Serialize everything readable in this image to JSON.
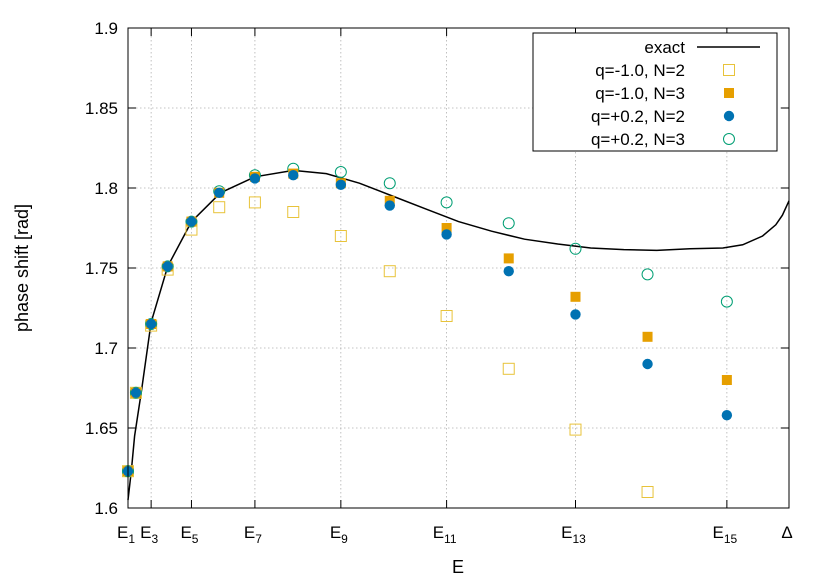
{
  "chart_data": {
    "type": "scatter",
    "xlabel": "E",
    "ylabel": "phase shift [rad]",
    "xlim": [
      0,
      1
    ],
    "ylim": [
      1.6,
      1.9
    ],
    "y_ticks": [
      1.6,
      1.65,
      1.7,
      1.75,
      1.8,
      1.85,
      1.9
    ],
    "y_tick_labels": [
      "1.6",
      "1.65",
      "1.7",
      "1.75",
      "1.8",
      "1.85",
      "1.9"
    ],
    "x_ticks": [
      {
        "x": 0.0,
        "label": "E",
        "sub": "1"
      },
      {
        "x": 0.035,
        "label": "E",
        "sub": "3"
      },
      {
        "x": 0.096,
        "label": "E",
        "sub": "5"
      },
      {
        "x": 0.192,
        "label": "E",
        "sub": "7"
      },
      {
        "x": 0.322,
        "label": "E",
        "sub": "9"
      },
      {
        "x": 0.482,
        "label": "E",
        "sub": "11"
      },
      {
        "x": 0.677,
        "label": "E",
        "sub": "13"
      },
      {
        "x": 0.906,
        "label": "E",
        "sub": "15"
      },
      {
        "x": 1.0,
        "label": "Δ",
        "sub": ""
      }
    ],
    "grid": true,
    "legend_position": "top-right",
    "exact": {
      "name": "exact",
      "x": [
        0.0,
        0.005,
        0.01,
        0.02,
        0.035,
        0.06,
        0.096,
        0.14,
        0.192,
        0.25,
        0.3,
        0.35,
        0.4,
        0.45,
        0.5,
        0.55,
        0.6,
        0.65,
        0.7,
        0.75,
        0.8,
        0.85,
        0.9,
        0.93,
        0.96,
        0.98,
        0.99,
        1.0
      ],
      "y": [
        1.605,
        1.623,
        1.645,
        1.672,
        1.716,
        1.751,
        1.779,
        1.797,
        1.807,
        1.811,
        1.809,
        1.803,
        1.795,
        1.787,
        1.779,
        1.773,
        1.768,
        1.765,
        1.7625,
        1.7615,
        1.761,
        1.762,
        1.7625,
        1.7645,
        1.77,
        1.777,
        1.783,
        1.792
      ]
    },
    "series": [
      {
        "name": "q=-1.0, N=2",
        "marker": "open-square",
        "color": "#e8c33a",
        "x": [
          0.0,
          0.012,
          0.035,
          0.06,
          0.096,
          0.138,
          0.192,
          0.25,
          0.322,
          0.396,
          0.482,
          0.576,
          0.677,
          0.786
        ],
        "y": [
          1.623,
          1.672,
          1.714,
          1.749,
          1.774,
          1.788,
          1.791,
          1.785,
          1.77,
          1.748,
          1.72,
          1.687,
          1.649,
          1.61
        ]
      },
      {
        "name": "q=-1.0, N=3",
        "marker": "filled-square",
        "color": "#e69f00",
        "x": [
          0.0,
          0.012,
          0.035,
          0.06,
          0.096,
          0.138,
          0.192,
          0.25,
          0.322,
          0.396,
          0.482,
          0.576,
          0.677,
          0.786,
          0.906
        ],
        "y": [
          1.623,
          1.672,
          1.715,
          1.751,
          1.779,
          1.797,
          1.807,
          1.809,
          1.803,
          1.792,
          1.775,
          1.756,
          1.732,
          1.707,
          1.68
        ]
      },
      {
        "name": "q=+0.2, N=2",
        "marker": "filled-circle",
        "color": "#0072b2",
        "x": [
          0.0,
          0.012,
          0.035,
          0.06,
          0.096,
          0.138,
          0.192,
          0.25,
          0.322,
          0.396,
          0.482,
          0.576,
          0.677,
          0.786,
          0.906
        ],
        "y": [
          1.623,
          1.672,
          1.715,
          1.751,
          1.779,
          1.797,
          1.806,
          1.808,
          1.802,
          1.789,
          1.771,
          1.748,
          1.721,
          1.69,
          1.658
        ]
      },
      {
        "name": "q=+0.2, N=3",
        "marker": "open-circle",
        "color": "#009e73",
        "x": [
          0.0,
          0.012,
          0.035,
          0.06,
          0.096,
          0.138,
          0.192,
          0.25,
          0.322,
          0.396,
          0.482,
          0.576,
          0.677,
          0.786,
          0.906
        ],
        "y": [
          1.623,
          1.672,
          1.715,
          1.751,
          1.779,
          1.798,
          1.808,
          1.812,
          1.81,
          1.803,
          1.791,
          1.778,
          1.762,
          1.746,
          1.729
        ]
      }
    ]
  }
}
